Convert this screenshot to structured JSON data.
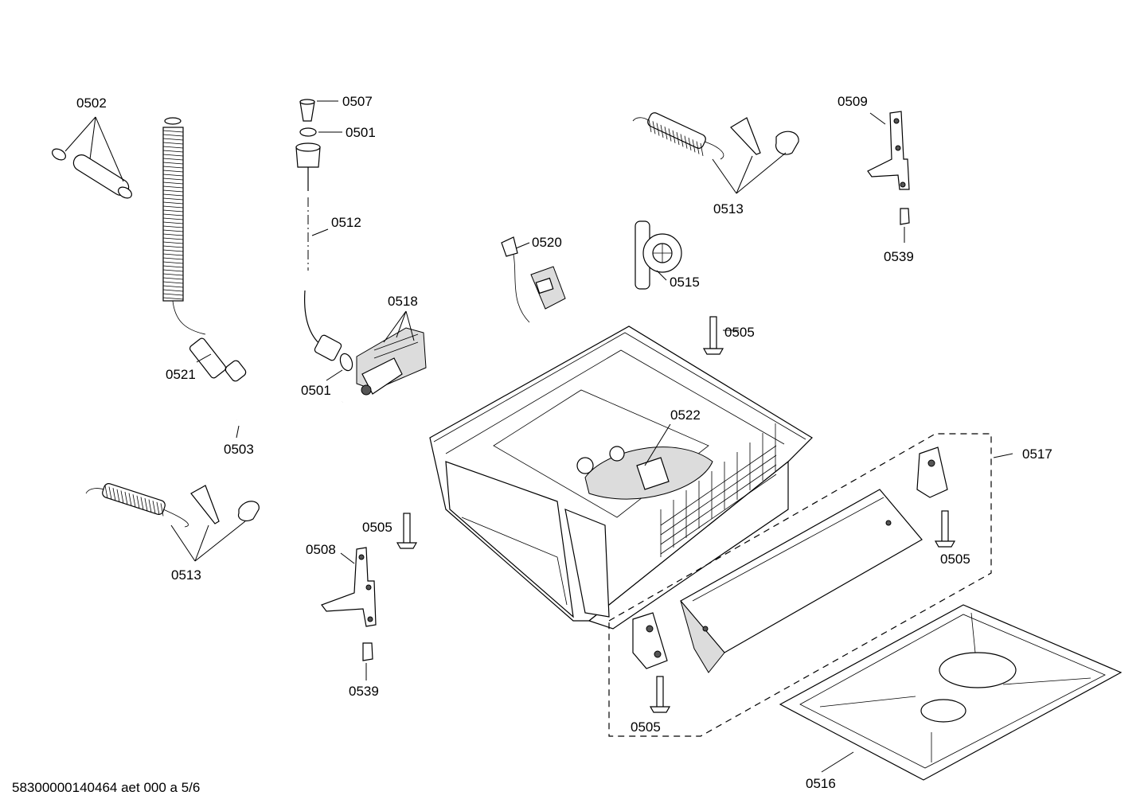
{
  "document_id": "58300000140464 aet 000 a 5/6",
  "part_labels": {
    "p0502": "0502",
    "p0507": "0507",
    "p0501a": "0501",
    "p0512": "0512",
    "p0509": "0509",
    "p0513a": "0513",
    "p0539a": "0539",
    "p0520": "0520",
    "p0515": "0515",
    "p0518": "0518",
    "p0521": "0521",
    "p0501b": "0501",
    "p0505a": "0505",
    "p0503": "0503",
    "p0522": "0522",
    "p0517": "0517",
    "p0513b": "0513",
    "p0505b": "0505",
    "p0508": "0508",
    "p0505c": "0505",
    "p0539b": "0539",
    "p0505d": "0505",
    "p0516": "0516"
  }
}
